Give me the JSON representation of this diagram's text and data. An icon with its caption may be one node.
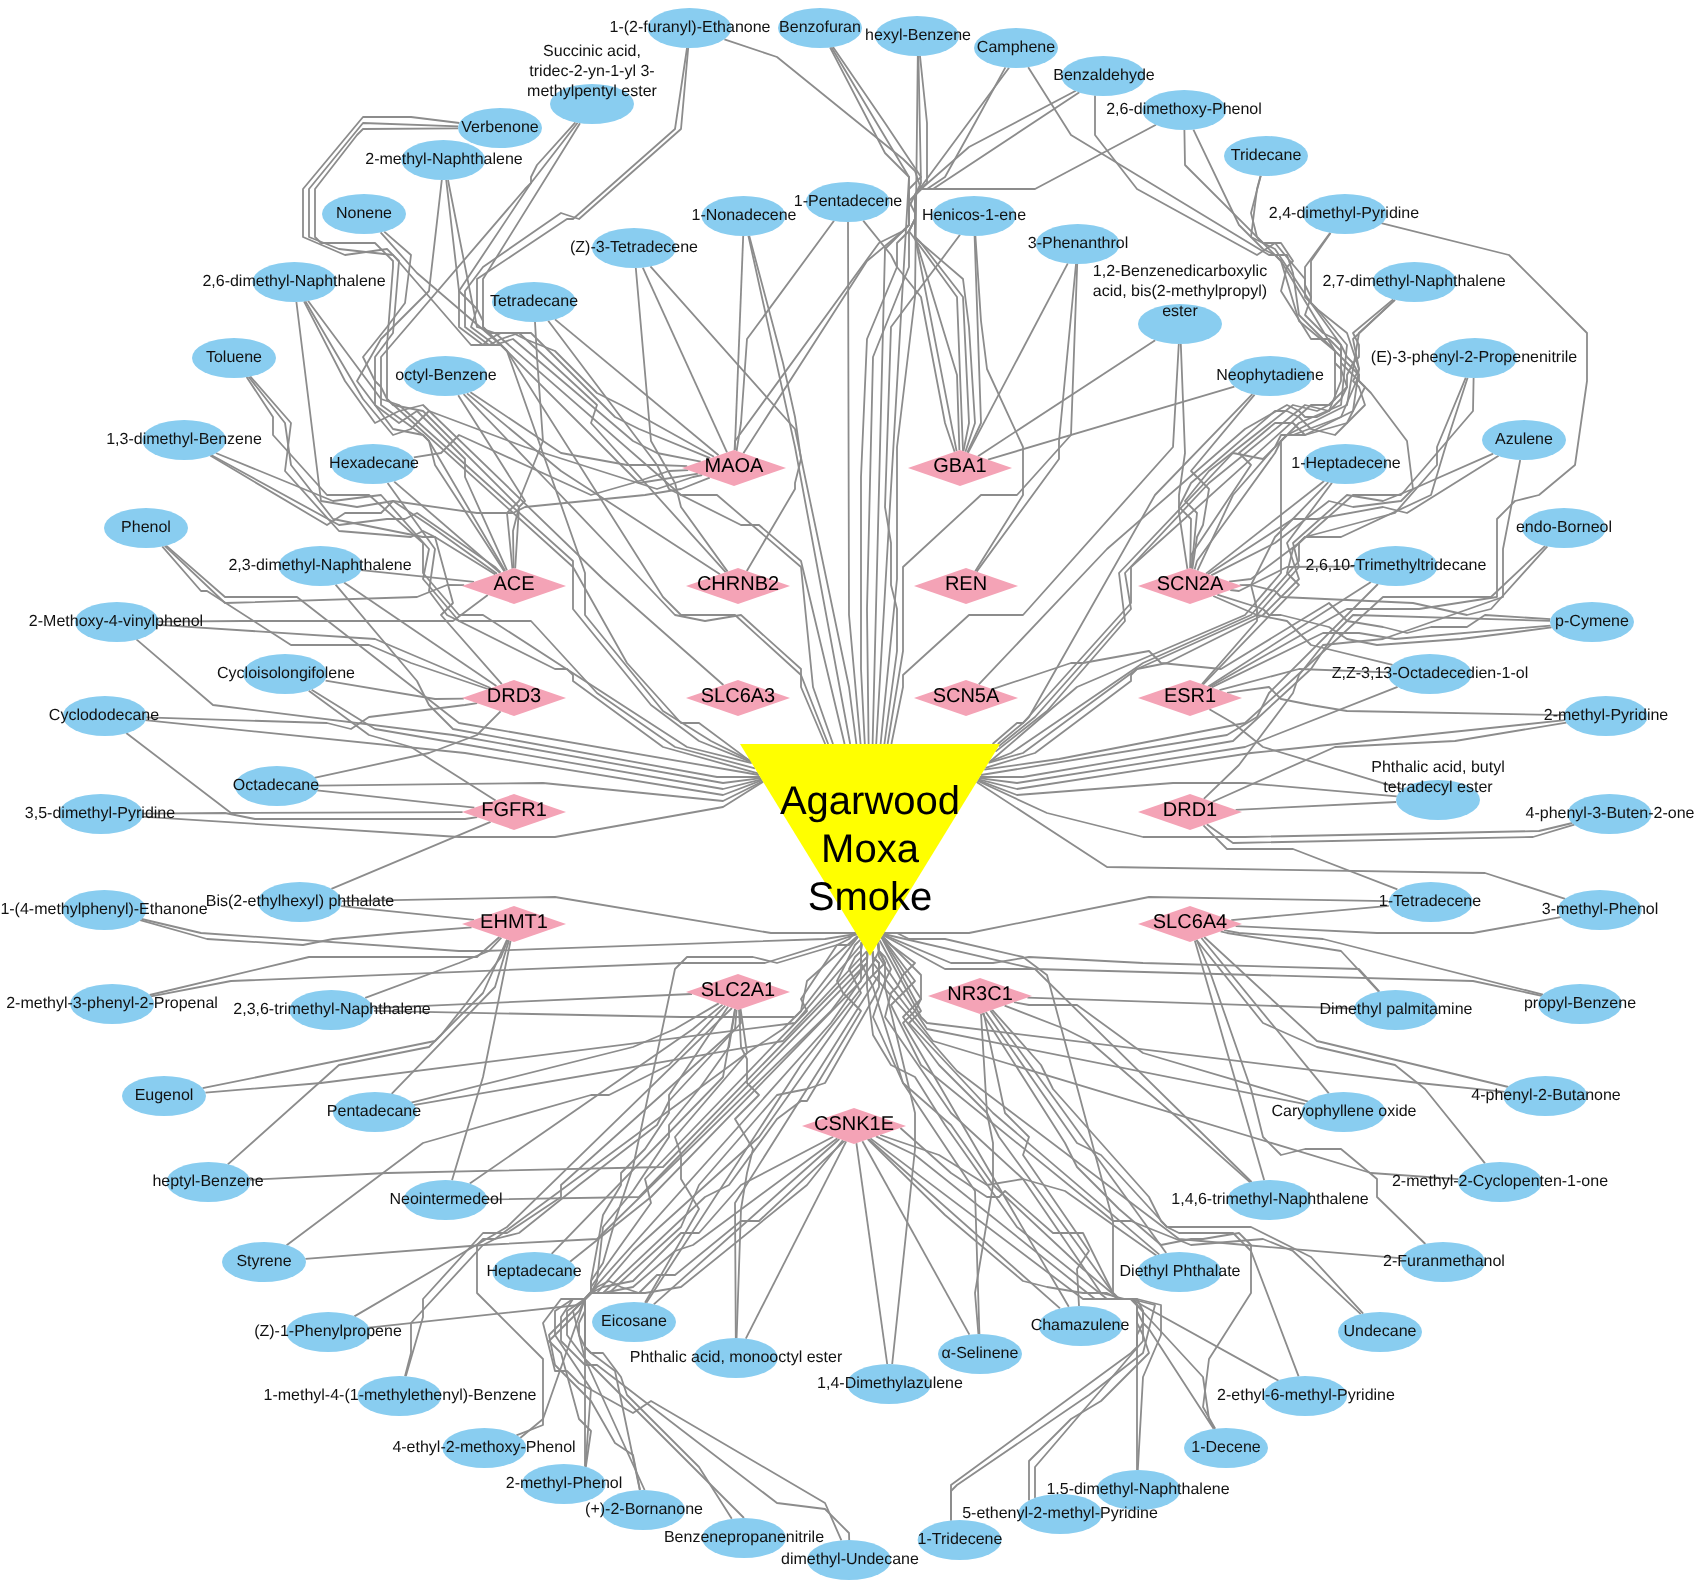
{
  "diagram": {
    "nodes": [
      {
        "text": [
          "Agarwood Moxa Smoke"
        ]
      },
      {
        "text": [
          "MAOA"
        ]
      },
      {
        "text": [
          "GBA1"
        ]
      },
      {
        "text": [
          "ACE"
        ]
      },
      {
        "text": [
          "CHRNB2"
        ]
      },
      {
        "text": [
          "REN"
        ]
      },
      {
        "text": [
          "SCN2A"
        ]
      },
      {
        "text": [
          "DRD3"
        ]
      },
      {
        "text": [
          "SLC6A3"
        ]
      },
      {
        "text": [
          "SCN5A"
        ]
      },
      {
        "text": [
          "ESR1"
        ]
      },
      {
        "text": [
          "FGFR1"
        ]
      },
      {
        "text": [
          "DRD1"
        ]
      },
      {
        "text": [
          "EHMT1"
        ]
      },
      {
        "text": [
          "SLC6A4"
        ]
      },
      {
        "text": [
          "SLC2A1"
        ]
      },
      {
        "text": [
          "NR3C1"
        ]
      },
      {
        "text": [
          "CSNK1E"
        ]
      },
      {
        "text": [
          "Benzofuran"
        ]
      },
      {
        "text": [
          "hexyl-Benzene"
        ]
      },
      {
        "text": [
          "1-(2-furanyl)-Ethanone"
        ]
      },
      {
        "text": [
          "Camphene"
        ]
      },
      {
        "text": [
          "Succinic acid, tridec-2-yn-1-yl 3-methylpentyl ester"
        ]
      },
      {
        "text": [
          "Benzaldehyde"
        ]
      },
      {
        "text": [
          "Verbenone"
        ]
      },
      {
        "text": [
          "2,6-dimethoxy-Phenol"
        ]
      },
      {
        "text": [
          "2-methyl-Naphthalene"
        ]
      },
      {
        "text": [
          "Tridecane"
        ]
      },
      {
        "text": [
          "Nonene"
        ]
      },
      {
        "text": [
          "1-Nonadecene"
        ]
      },
      {
        "text": [
          "1-Pentadecene"
        ]
      },
      {
        "text": [
          "Henicos-1-ene"
        ]
      },
      {
        "text": [
          "2,4-dimethyl-Pyridine"
        ]
      },
      {
        "text": [
          "(Z)-3-Tetradecene"
        ]
      },
      {
        "text": [
          "3-Phenanthrol"
        ]
      },
      {
        "text": [
          "2,6-dimethyl-Naphthalene"
        ]
      },
      {
        "text": [
          "2,7-dimethyl-Naphthalene"
        ]
      },
      {
        "text": [
          "Tetradecane"
        ]
      },
      {
        "text": [
          "1,2-Benzenedicarboxylic acid, bis(2-methylpropyl) ester"
        ]
      },
      {
        "text": [
          "Toluene"
        ]
      },
      {
        "text": [
          "(E)-3-phenyl-2-Propenenitrile"
        ]
      },
      {
        "text": [
          "octyl-Benzene"
        ]
      },
      {
        "text": [
          "Neophytadiene"
        ]
      },
      {
        "text": [
          "1,3-dimethyl-Benzene"
        ]
      },
      {
        "text": [
          "Azulene"
        ]
      },
      {
        "text": [
          "Hexadecane"
        ]
      },
      {
        "text": [
          "1-Heptadecene"
        ]
      },
      {
        "text": [
          "Phenol"
        ]
      },
      {
        "text": [
          "endo-Borneol"
        ]
      },
      {
        "text": [
          "2,3-dimethyl-Naphthalene"
        ]
      },
      {
        "text": [
          "2,6,10-Trimethyltridecane"
        ]
      },
      {
        "text": [
          "2-Methoxy-4-vinylphenol"
        ]
      },
      {
        "text": [
          "p-Cymene"
        ]
      },
      {
        "text": [
          "Cycloisolongifolene"
        ]
      },
      {
        "text": [
          "Z,Z-3,13-Octadecedien-1-ol"
        ]
      },
      {
        "text": [
          "Cyclododecane"
        ]
      },
      {
        "text": [
          "2-methyl-Pyridine"
        ]
      },
      {
        "text": [
          "Octadecane"
        ]
      },
      {
        "text": [
          "Phthalic acid, butyl tetradecyl ester"
        ]
      },
      {
        "text": [
          "3,5-dimethyl-Pyridine"
        ]
      },
      {
        "text": [
          "4-phenyl-3-Buten-2-one"
        ]
      },
      {
        "text": [
          "Bis(2-ethylhexyl) phthalate"
        ]
      },
      {
        "text": [
          "1-Tetradecene"
        ]
      },
      {
        "text": [
          "1-(4-methylphenyl)-Ethanone"
        ]
      },
      {
        "text": [
          "3-methyl-Phenol"
        ]
      },
      {
        "text": [
          "2-methyl-3-phenyl-2-Propenal"
        ]
      },
      {
        "text": [
          "propyl-Benzene"
        ]
      },
      {
        "text": [
          "2,3,6-trimethyl-Naphthalene"
        ]
      },
      {
        "text": [
          "Dimethyl palmitamine"
        ]
      },
      {
        "text": [
          "Eugenol"
        ]
      },
      {
        "text": [
          "4-phenyl-2-Butanone"
        ]
      },
      {
        "text": [
          "Pentadecane"
        ]
      },
      {
        "text": [
          "Caryophyllene oxide"
        ]
      },
      {
        "text": [
          "heptyl-Benzene"
        ]
      },
      {
        "text": [
          "2-methyl-2-Cyclopenten-1-one"
        ]
      },
      {
        "text": [
          "Neointermedeol"
        ]
      },
      {
        "text": [
          "1,4,6-trimethyl-Naphthalene"
        ]
      },
      {
        "text": [
          "Styrene"
        ]
      },
      {
        "text": [
          "2-Furanmethanol"
        ]
      },
      {
        "text": [
          "Heptadecane"
        ]
      },
      {
        "text": [
          "Diethyl Phthalate"
        ]
      },
      {
        "text": [
          "(Z)-1-Phenylpropene"
        ]
      },
      {
        "text": [
          "Eicosane"
        ]
      },
      {
        "text": [
          "Chamazulene"
        ]
      },
      {
        "text": [
          "Undecane"
        ]
      },
      {
        "text": [
          "Phthalic acid, monooctyl ester"
        ]
      },
      {
        "text": [
          "1,4-Dimethylazulene"
        ]
      },
      {
        "text": [
          "α-Selinene"
        ]
      },
      {
        "text": [
          "1-methyl-4-(1-methylethenyl)-Benzene"
        ]
      },
      {
        "text": [
          "2-ethyl-6-methyl-Pyridine"
        ]
      },
      {
        "text": [
          "4-ethyl-2-methoxy-Phenol"
        ]
      },
      {
        "text": [
          "1-Decene"
        ]
      },
      {
        "text": [
          "2-methyl-Phenol"
        ]
      },
      {
        "text": [
          "1,5-dimethyl-Naphthalene"
        ]
      },
      {
        "text": [
          "5-ethenyl-2-methyl-Pyridine"
        ]
      },
      {
        "text": [
          "(+)-2-Bornanone"
        ]
      },
      {
        "text": [
          "Benzenepropanenitrile"
        ]
      },
      {
        "text": [
          "1-Tridecene"
        ]
      },
      {
        "text": [
          "dimethyl-Undecane"
        ]
      }
    ],
    "edges": [
      {
        "from": 0,
        "to": 18,
        "arrow": "none"
      },
      {
        "from": 0,
        "to": 19,
        "arrow": "none"
      },
      {
        "from": 0,
        "to": 20,
        "arrow": "none"
      },
      {
        "from": 0,
        "to": 21,
        "arrow": "none"
      },
      {
        "from": 0,
        "to": 22,
        "arrow": "none"
      },
      {
        "from": 0,
        "to": 23,
        "arrow": "none"
      },
      {
        "from": 0,
        "to": 24,
        "arrow": "none"
      },
      {
        "from": 0,
        "to": 25,
        "arrow": "none"
      },
      {
        "from": 0,
        "to": 26,
        "arrow": "none"
      },
      {
        "from": 0,
        "to": 27,
        "arrow": "none"
      },
      {
        "from": 0,
        "to": 28,
        "arrow": "none"
      },
      {
        "from": 0,
        "to": 29,
        "arrow": "none"
      },
      {
        "from": 0,
        "to": 30,
        "arrow": "none"
      },
      {
        "from": 0,
        "to": 31,
        "arrow": "none"
      },
      {
        "from": 0,
        "to": 32,
        "arrow": "none"
      },
      {
        "from": 0,
        "to": 33,
        "arrow": "none"
      },
      {
        "from": 0,
        "to": 34,
        "arrow": "none"
      },
      {
        "from": 0,
        "to": 35,
        "arrow": "none"
      },
      {
        "from": 0,
        "to": 36,
        "arrow": "none"
      },
      {
        "from": 0,
        "to": 37,
        "arrow": "none"
      },
      {
        "from": 0,
        "to": 38,
        "arrow": "none"
      },
      {
        "from": 0,
        "to": 39,
        "arrow": "none"
      },
      {
        "from": 0,
        "to": 40,
        "arrow": "none"
      },
      {
        "from": 0,
        "to": 41,
        "arrow": "none"
      },
      {
        "from": 0,
        "to": 42,
        "arrow": "none"
      },
      {
        "from": 0,
        "to": 43,
        "arrow": "none"
      },
      {
        "from": 0,
        "to": 44,
        "arrow": "none"
      },
      {
        "from": 0,
        "to": 45,
        "arrow": "none"
      },
      {
        "from": 0,
        "to": 46,
        "arrow": "none"
      },
      {
        "from": 0,
        "to": 47,
        "arrow": "none"
      },
      {
        "from": 0,
        "to": 48,
        "arrow": "none"
      },
      {
        "from": 0,
        "to": 49,
        "arrow": "none"
      },
      {
        "from": 0,
        "to": 50,
        "arrow": "none"
      },
      {
        "from": 0,
        "to": 51,
        "arrow": "none"
      },
      {
        "from": 0,
        "to": 52,
        "arrow": "none"
      },
      {
        "from": 0,
        "to": 53,
        "arrow": "none"
      },
      {
        "from": 0,
        "to": 54,
        "arrow": "none"
      },
      {
        "from": 0,
        "to": 55,
        "arrow": "none"
      },
      {
        "from": 0,
        "to": 56,
        "arrow": "none"
      },
      {
        "from": 0,
        "to": 57,
        "arrow": "none"
      },
      {
        "from": 0,
        "to": 58,
        "arrow": "none"
      },
      {
        "from": 0,
        "to": 59,
        "arrow": "none"
      },
      {
        "from": 0,
        "to": 60,
        "arrow": "none"
      },
      {
        "from": 0,
        "to": 61,
        "arrow": "none"
      },
      {
        "from": 0,
        "to": 62,
        "arrow": "none"
      },
      {
        "from": 0,
        "to": 63,
        "arrow": "none"
      },
      {
        "from": 0,
        "to": 64,
        "arrow": "none"
      },
      {
        "from": 0,
        "to": 65,
        "arrow": "none"
      },
      {
        "from": 0,
        "to": 66,
        "arrow": "none"
      },
      {
        "from": 0,
        "to": 67,
        "arrow": "none"
      },
      {
        "from": 0,
        "to": 68,
        "arrow": "none"
      },
      {
        "from": 0,
        "to": 69,
        "arrow": "none"
      },
      {
        "from": 0,
        "to": 70,
        "arrow": "none"
      },
      {
        "from": 0,
        "to": 71,
        "arrow": "none"
      },
      {
        "from": 0,
        "to": 72,
        "arrow": "none"
      },
      {
        "from": 0,
        "to": 73,
        "arrow": "none"
      },
      {
        "from": 0,
        "to": 74,
        "arrow": "none"
      },
      {
        "from": 0,
        "to": 75,
        "arrow": "none"
      },
      {
        "from": 0,
        "to": 76,
        "arrow": "none"
      },
      {
        "from": 0,
        "to": 77,
        "arrow": "none"
      },
      {
        "from": 0,
        "to": 78,
        "arrow": "none"
      },
      {
        "from": 0,
        "to": 79,
        "arrow": "none"
      },
      {
        "from": 0,
        "to": 80,
        "arrow": "none"
      },
      {
        "from": 0,
        "to": 81,
        "arrow": "none"
      },
      {
        "from": 0,
        "to": 82,
        "arrow": "none"
      },
      {
        "from": 0,
        "to": 83,
        "arrow": "none"
      },
      {
        "from": 0,
        "to": 84,
        "arrow": "none"
      },
      {
        "from": 0,
        "to": 85,
        "arrow": "none"
      },
      {
        "from": 0,
        "to": 86,
        "arrow": "none"
      },
      {
        "from": 0,
        "to": 87,
        "arrow": "none"
      },
      {
        "from": 0,
        "to": 88,
        "arrow": "none"
      },
      {
        "from": 0,
        "to": 89,
        "arrow": "none"
      },
      {
        "from": 0,
        "to": 90,
        "arrow": "none"
      },
      {
        "from": 0,
        "to": 91,
        "arrow": "none"
      },
      {
        "from": 0,
        "to": 92,
        "arrow": "none"
      },
      {
        "from": 0,
        "to": 93,
        "arrow": "none"
      },
      {
        "from": 0,
        "to": 94,
        "arrow": "none"
      },
      {
        "from": 0,
        "to": 95,
        "arrow": "none"
      },
      {
        "from": 0,
        "to": 96,
        "arrow": "none"
      },
      {
        "from": 0,
        "to": 97,
        "arrow": "none"
      },
      {
        "from": 0,
        "to": 98,
        "arrow": "none"
      },
      {
        "from": 18,
        "to": 1,
        "arrow": "none"
      },
      {
        "from": 18,
        "to": 2,
        "arrow": "none"
      },
      {
        "from": 19,
        "to": 2,
        "arrow": "none"
      },
      {
        "from": 19,
        "to": 1,
        "arrow": "none"
      },
      {
        "from": 20,
        "to": 1,
        "arrow": "none"
      },
      {
        "from": 20,
        "to": 4,
        "arrow": "none"
      },
      {
        "from": 21,
        "to": 2,
        "arrow": "none"
      },
      {
        "from": 21,
        "to": 6,
        "arrow": "none"
      },
      {
        "from": 22,
        "to": 1,
        "arrow": "none"
      },
      {
        "from": 22,
        "to": 3,
        "arrow": "none"
      },
      {
        "from": 23,
        "to": 2,
        "arrow": "none"
      },
      {
        "from": 23,
        "to": 6,
        "arrow": "none"
      },
      {
        "from": 24,
        "to": 1,
        "arrow": "none"
      },
      {
        "from": 24,
        "to": 3,
        "arrow": "none"
      },
      {
        "from": 25,
        "to": 6,
        "arrow": "none"
      },
      {
        "from": 25,
        "to": 2,
        "arrow": "none"
      },
      {
        "from": 26,
        "to": 3,
        "arrow": "none"
      },
      {
        "from": 26,
        "to": 1,
        "arrow": "none"
      },
      {
        "from": 27,
        "to": 6,
        "arrow": "none"
      },
      {
        "from": 28,
        "to": 3,
        "arrow": "none"
      },
      {
        "from": 29,
        "to": 1,
        "arrow": "none"
      },
      {
        "from": 29,
        "to": 4,
        "arrow": "none"
      },
      {
        "from": 30,
        "to": 2,
        "arrow": "none"
      },
      {
        "from": 30,
        "to": 1,
        "arrow": "none"
      },
      {
        "from": 31,
        "to": 2,
        "arrow": "none"
      },
      {
        "from": 31,
        "to": 5,
        "arrow": "none"
      },
      {
        "from": 32,
        "to": 6,
        "arrow": "none"
      },
      {
        "from": 32,
        "to": 10,
        "arrow": "none"
      },
      {
        "from": 33,
        "to": 1,
        "arrow": "none"
      },
      {
        "from": 33,
        "to": 4,
        "arrow": "none"
      },
      {
        "from": 34,
        "to": 2,
        "arrow": "none"
      },
      {
        "from": 34,
        "to": 5,
        "arrow": "none"
      },
      {
        "from": 35,
        "to": 3,
        "arrow": "none"
      },
      {
        "from": 35,
        "to": 1,
        "arrow": "none"
      },
      {
        "from": 35,
        "to": 8,
        "arrow": "none"
      },
      {
        "from": 36,
        "to": 6,
        "arrow": "none"
      },
      {
        "from": 36,
        "to": 9,
        "arrow": "none"
      },
      {
        "from": 37,
        "to": 1,
        "arrow": "none"
      },
      {
        "from": 37,
        "to": 3,
        "arrow": "none"
      },
      {
        "from": 38,
        "to": 6,
        "arrow": "none"
      },
      {
        "from": 38,
        "to": 2,
        "arrow": "none"
      },
      {
        "from": 39,
        "to": 3,
        "arrow": "none"
      },
      {
        "from": 39,
        "to": 7,
        "arrow": "none"
      },
      {
        "from": 40,
        "to": 6,
        "arrow": "none"
      },
      {
        "from": 40,
        "to": 10,
        "arrow": "none"
      },
      {
        "from": 41,
        "to": 1,
        "arrow": "none"
      },
      {
        "from": 41,
        "to": 3,
        "arrow": "none"
      },
      {
        "from": 41,
        "to": 4,
        "arrow": "none"
      },
      {
        "from": 42,
        "to": 6,
        "arrow": "none"
      },
      {
        "from": 42,
        "to": 2,
        "arrow": "none"
      },
      {
        "from": 43,
        "to": 3,
        "arrow": "none"
      },
      {
        "from": 43,
        "to": 1,
        "arrow": "none"
      },
      {
        "from": 44,
        "to": 6,
        "arrow": "none"
      },
      {
        "from": 44,
        "to": 12,
        "arrow": "none"
      },
      {
        "from": 45,
        "to": 3,
        "arrow": "none"
      },
      {
        "from": 45,
        "to": 1,
        "arrow": "none"
      },
      {
        "from": 46,
        "to": 6,
        "arrow": "none"
      },
      {
        "from": 46,
        "to": 10,
        "arrow": "none"
      },
      {
        "from": 47,
        "to": 3,
        "arrow": "none"
      },
      {
        "from": 47,
        "to": 7,
        "arrow": "none"
      },
      {
        "from": 48,
        "to": 6,
        "arrow": "none"
      },
      {
        "from": 49,
        "to": 3,
        "arrow": "none"
      },
      {
        "from": 49,
        "to": 7,
        "arrow": "none"
      },
      {
        "from": 50,
        "to": 6,
        "arrow": "none"
      },
      {
        "from": 50,
        "to": 10,
        "arrow": "none"
      },
      {
        "from": 51,
        "to": 7,
        "arrow": "none"
      },
      {
        "from": 51,
        "to": 3,
        "arrow": "none"
      },
      {
        "from": 52,
        "to": 10,
        "arrow": "none"
      },
      {
        "from": 52,
        "to": 6,
        "arrow": "none"
      },
      {
        "from": 52,
        "to": 9,
        "arrow": "none"
      },
      {
        "from": 53,
        "to": 7,
        "arrow": "none"
      },
      {
        "from": 53,
        "to": 11,
        "arrow": "none"
      },
      {
        "from": 54,
        "to": 10,
        "arrow": "none"
      },
      {
        "from": 54,
        "to": 6,
        "arrow": "none"
      },
      {
        "from": 55,
        "to": 7,
        "arrow": "none"
      },
      {
        "from": 55,
        "to": 11,
        "arrow": "none"
      },
      {
        "from": 56,
        "to": 10,
        "arrow": "none"
      },
      {
        "from": 56,
        "to": 12,
        "arrow": "none"
      },
      {
        "from": 57,
        "to": 11,
        "arrow": "none"
      },
      {
        "from": 57,
        "to": 7,
        "arrow": "none"
      },
      {
        "from": 58,
        "to": 12,
        "arrow": "none"
      },
      {
        "from": 58,
        "to": 10,
        "arrow": "none"
      },
      {
        "from": 59,
        "to": 11,
        "arrow": "none"
      },
      {
        "from": 60,
        "to": 12,
        "arrow": "none"
      },
      {
        "from": 61,
        "to": 13,
        "arrow": "none"
      },
      {
        "from": 61,
        "to": 11,
        "arrow": "none"
      },
      {
        "from": 62,
        "to": 14,
        "arrow": "none"
      },
      {
        "from": 62,
        "to": 12,
        "arrow": "none"
      },
      {
        "from": 63,
        "to": 13,
        "arrow": "none"
      },
      {
        "from": 64,
        "to": 14,
        "arrow": "none"
      },
      {
        "from": 65,
        "to": 13,
        "arrow": "none"
      },
      {
        "from": 66,
        "to": 14,
        "arrow": "none"
      },
      {
        "from": 67,
        "to": 13,
        "arrow": "none"
      },
      {
        "from": 67,
        "to": 15,
        "arrow": "none"
      },
      {
        "from": 68,
        "to": 14,
        "arrow": "none"
      },
      {
        "from": 68,
        "to": 16,
        "arrow": "none"
      },
      {
        "from": 69,
        "to": 13,
        "arrow": "none"
      },
      {
        "from": 70,
        "to": 14,
        "arrow": "none"
      },
      {
        "from": 71,
        "to": 13,
        "arrow": "none"
      },
      {
        "from": 71,
        "to": 15,
        "arrow": "none"
      },
      {
        "from": 72,
        "to": 14,
        "arrow": "none"
      },
      {
        "from": 72,
        "to": 16,
        "arrow": "none"
      },
      {
        "from": 73,
        "to": 13,
        "arrow": "none"
      },
      {
        "from": 74,
        "to": 14,
        "arrow": "none"
      },
      {
        "from": 75,
        "to": 15,
        "arrow": "none"
      },
      {
        "from": 75,
        "to": 13,
        "arrow": "none"
      },
      {
        "from": 76,
        "to": 16,
        "arrow": "none"
      },
      {
        "from": 76,
        "to": 14,
        "arrow": "none"
      },
      {
        "from": 77,
        "to": 15,
        "arrow": "none"
      },
      {
        "from": 78,
        "to": 14,
        "arrow": "none"
      },
      {
        "from": 79,
        "to": 15,
        "arrow": "none"
      },
      {
        "from": 80,
        "to": 16,
        "arrow": "none"
      },
      {
        "from": 80,
        "to": 17,
        "arrow": "none"
      },
      {
        "from": 81,
        "to": 15,
        "arrow": "none"
      },
      {
        "from": 82,
        "to": 15,
        "arrow": "none"
      },
      {
        "from": 82,
        "to": 17,
        "arrow": "none"
      },
      {
        "from": 83,
        "to": 17,
        "arrow": "none"
      },
      {
        "from": 83,
        "to": 16,
        "arrow": "none"
      },
      {
        "from": 84,
        "to": 16,
        "arrow": "none"
      },
      {
        "from": 85,
        "to": 15,
        "arrow": "none"
      },
      {
        "from": 85,
        "to": 17,
        "arrow": "none"
      },
      {
        "from": 86,
        "to": 17,
        "arrow": "none"
      },
      {
        "from": 87,
        "to": 17,
        "arrow": "none"
      },
      {
        "from": 87,
        "to": 16,
        "arrow": "none"
      },
      {
        "from": 88,
        "to": 15,
        "arrow": "none"
      },
      {
        "from": 89,
        "to": 16,
        "arrow": "none"
      },
      {
        "from": 90,
        "to": 15,
        "arrow": "none"
      },
      {
        "from": 91,
        "to": 16,
        "arrow": "none"
      },
      {
        "from": 91,
        "to": 17,
        "arrow": "none"
      },
      {
        "from": 92,
        "to": 15,
        "arrow": "none"
      },
      {
        "from": 92,
        "to": 17,
        "arrow": "none"
      },
      {
        "from": 93,
        "to": 17,
        "arrow": "none"
      },
      {
        "from": 94,
        "to": 17,
        "arrow": "none"
      },
      {
        "from": 95,
        "to": 15,
        "arrow": "none"
      },
      {
        "from": 95,
        "to": 17,
        "arrow": "none"
      },
      {
        "from": 96,
        "to": 17,
        "arrow": "none"
      },
      {
        "from": 97,
        "to": 17,
        "arrow": "none"
      },
      {
        "from": 98,
        "to": 17,
        "arrow": "none"
      }
    ]
  }
}
